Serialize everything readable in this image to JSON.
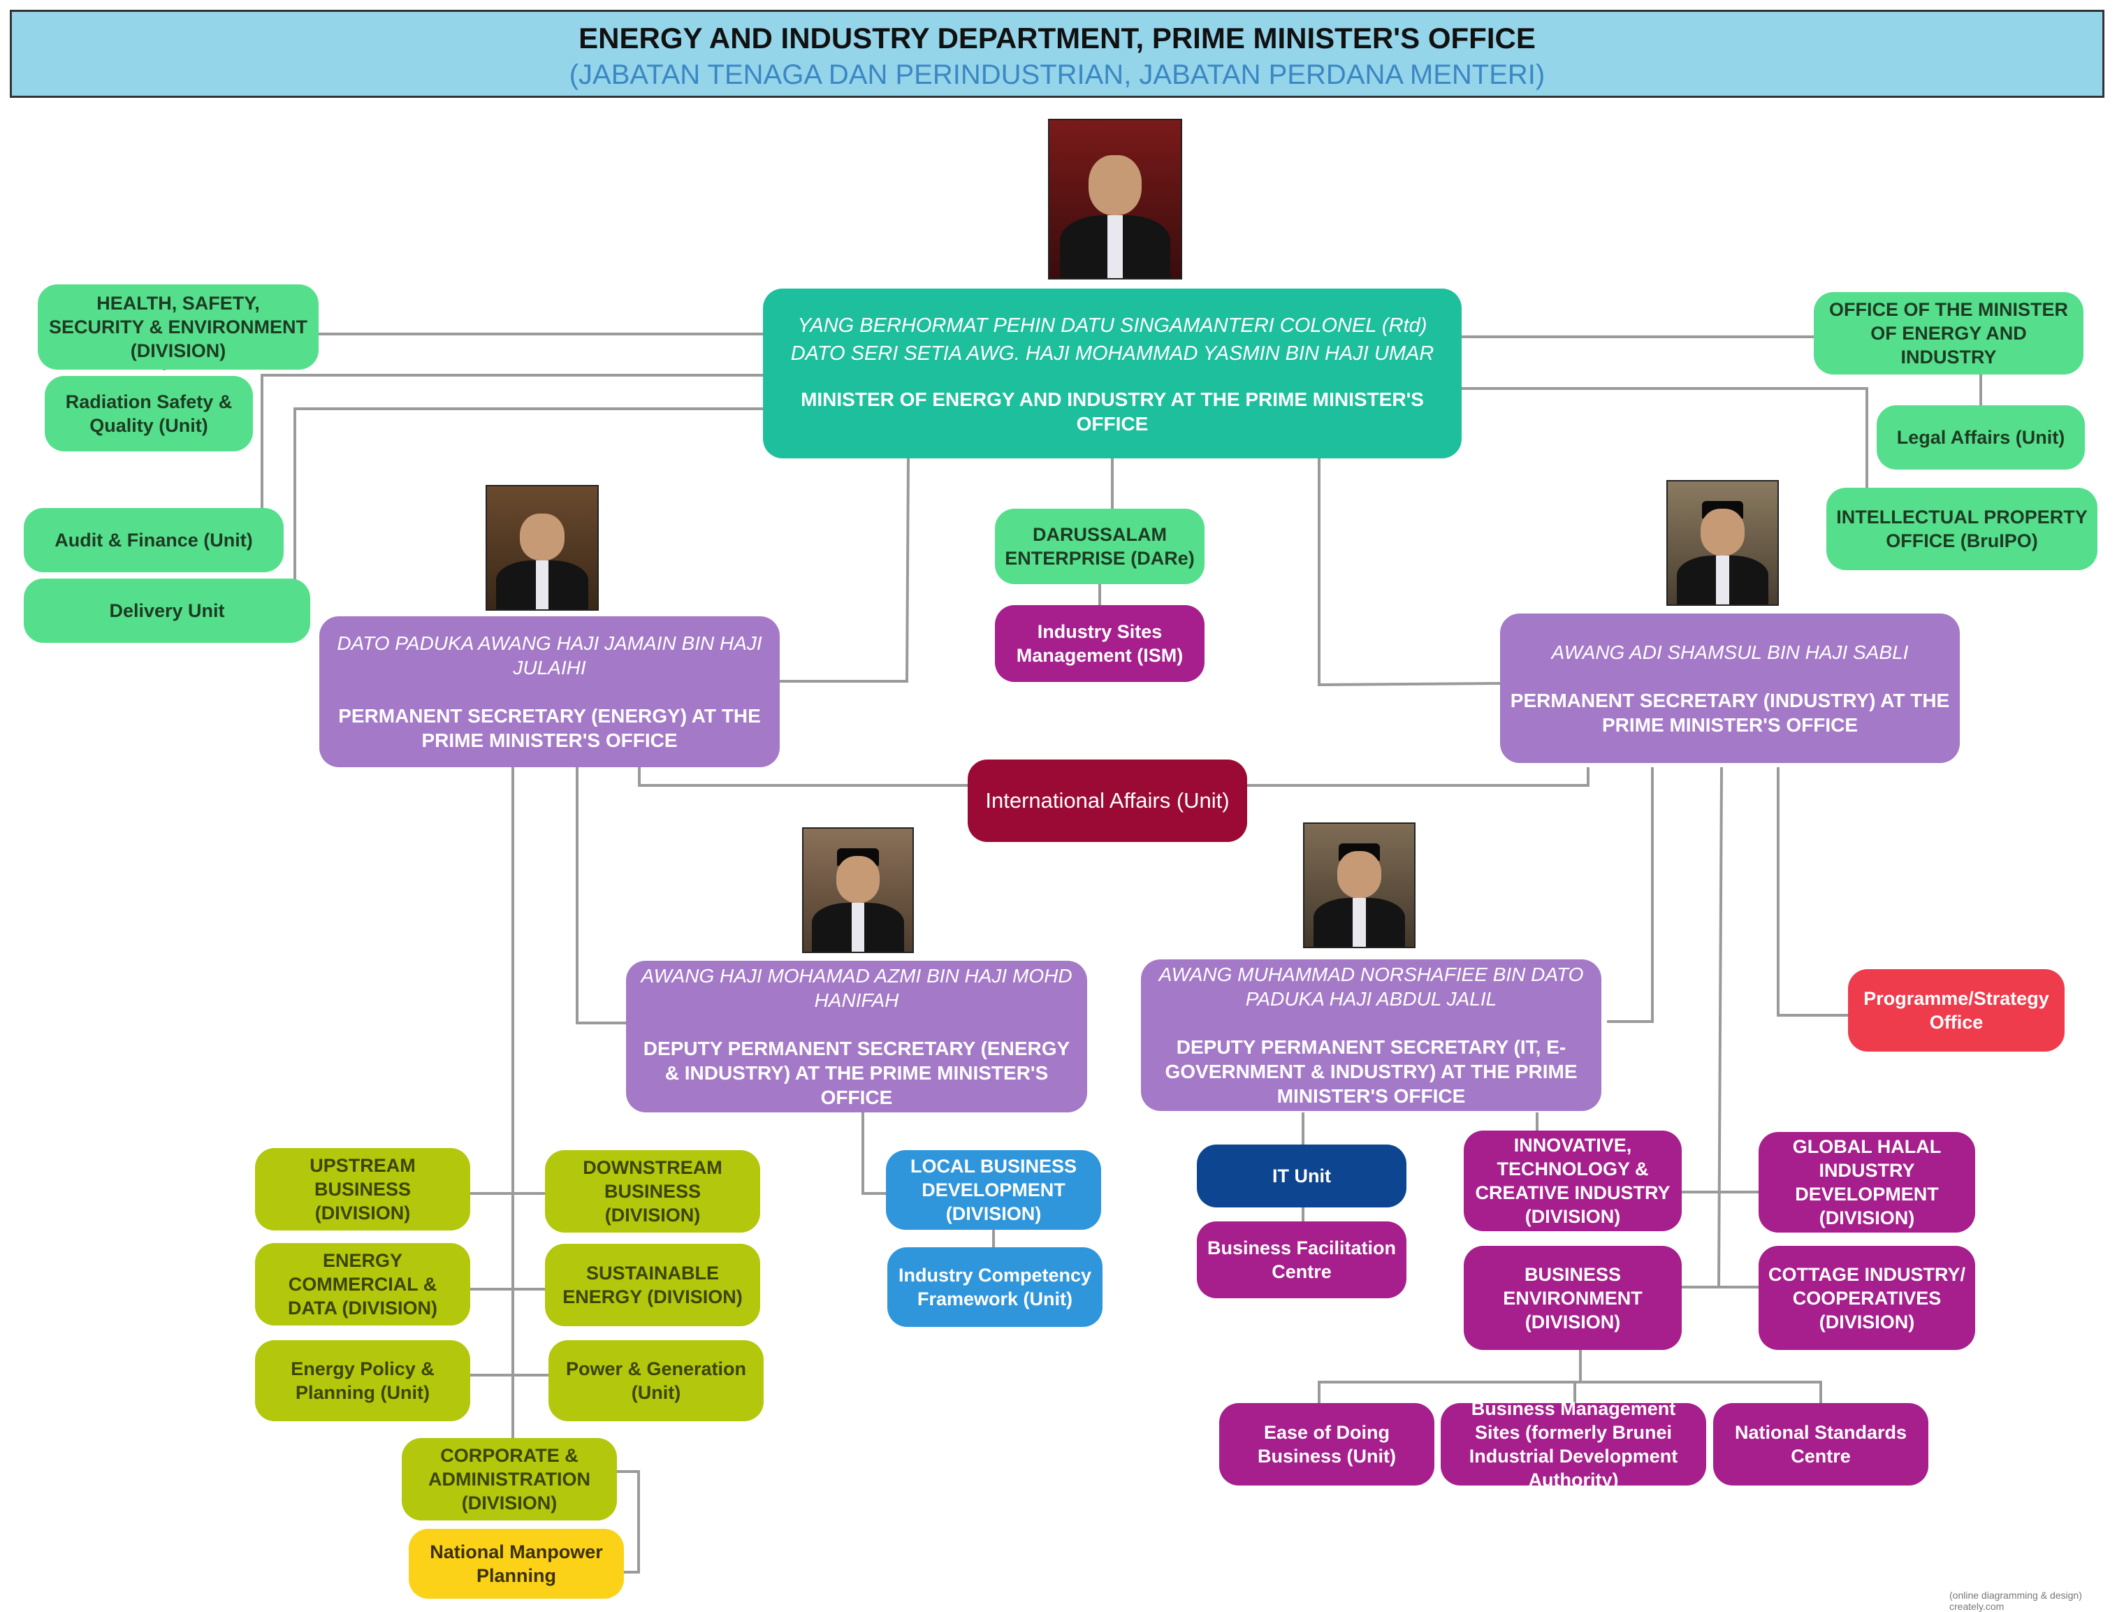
{
  "header": {
    "title": "ENERGY AND INDUSTRY DEPARTMENT, PRIME MINISTER'S OFFICE",
    "subtitle": "(JABATAN TENAGA DAN PERINDUSTRIAN, JABATAN PERDANA MENTERI)"
  },
  "minister": {
    "name": "YANG BERHORMAT PEHIN DATU SINGAMANTERI COLONEL (Rtd) DATO SERI SETIA AWG. HAJI MOHAMMAD YASMIN BIN HAJI UMAR",
    "role": "MINISTER OF ENERGY AND INDUSTRY AT THE PRIME MINISTER'S OFFICE"
  },
  "ps_energy": {
    "name": "DATO PADUKA AWANG HAJI JAMAIN BIN HAJI JULAIHI",
    "role": "PERMANENT SECRETARY (ENERGY) AT THE PRIME MINISTER'S OFFICE"
  },
  "ps_industry": {
    "name": "AWANG ADI SHAMSUL BIN HAJI SABLI",
    "role": "PERMANENT SECRETARY (INDUSTRY) AT THE PRIME MINISTER'S OFFICE"
  },
  "dps_energy": {
    "name": "AWANG HAJI MOHAMAD AZMI BIN HAJI MOHD HANIFAH",
    "role": "DEPUTY PERMANENT SECRETARY (ENERGY & INDUSTRY) AT THE PRIME MINISTER'S OFFICE"
  },
  "dps_it": {
    "name": "AWANG MUHAMMAD NORSHAFIEE BIN DATO PADUKA HAJI ABDUL JALIL",
    "role": "DEPUTY PERMANENT SECRETARY (IT, E-GOVERNMENT & INDUSTRY) AT THE PRIME MINISTER'S OFFICE"
  },
  "units": {
    "hse": "HEALTH, SAFETY, SECURITY & ENVIRONMENT (DIVISION)",
    "radiation": "Radiation Safety & Quality (Unit)",
    "audit": "Audit & Finance (Unit)",
    "delivery": "Delivery Unit",
    "office_minister": "OFFICE OF THE MINISTER OF ENERGY AND INDUSTRY",
    "legal": "Legal Affairs (Unit)",
    "ip": "INTELLECTUAL PROPERTY OFFICE (BruIPO)",
    "dare": "DARUSSALAM ENTERPRISE (DARe)",
    "ism": "Industry Sites Management (ISM)",
    "intl": "International Affairs (Unit)",
    "programme": "Programme/Strategy Office",
    "upstream": "UPSTREAM BUSINESS (DIVISION)",
    "downstream": "DOWNSTREAM BUSINESS (DIVISION)",
    "energy_commercial": "ENERGY COMMERCIAL & DATA (DIVISION)",
    "sustainable": "SUSTAINABLE ENERGY (DIVISION)",
    "energy_policy": "Energy Policy & Planning (Unit)",
    "power": "Power & Generation (Unit)",
    "corporate": "CORPORATE & ADMINISTRATION (DIVISION)",
    "manpower": "National Manpower Planning",
    "local_business": "LOCAL BUSINESS DEVELOPMENT (DIVISION)",
    "industry_competency": "Industry Competency Framework (Unit)",
    "it_unit": "IT Unit",
    "bfc": "Business Facilitation Centre",
    "innovative": "INNOVATIVE, TECHNOLOGY & CREATIVE INDUSTRY (DIVISION)",
    "halal": "GLOBAL HALAL INDUSTRY DEVELOPMENT (DIVISION)",
    "business_env": "BUSINESS ENVIRONMENT (DIVISION)",
    "cottage": "COTTAGE INDUSTRY/ COOPERATIVES (DIVISION)",
    "ease": "Ease of Doing Business (Unit)",
    "bms": "Business Management Sites (formerly Brunei Industrial Development Authority)",
    "nsc": "National Standards Centre"
  },
  "footer": "(online diagramming & design) creately.com",
  "colors": {
    "light_green": "#55df8c",
    "teal": "#1dbf9c",
    "lavender": "#a47ac8",
    "magenta": "#a61f8c",
    "crimson": "#9b0a35",
    "red": "#ee3c4d",
    "navy": "#0d4590",
    "blue": "#2f96dc",
    "olive": "#b3c70c",
    "yellow": "#fcd219",
    "header_bg": "#95d5ea"
  }
}
